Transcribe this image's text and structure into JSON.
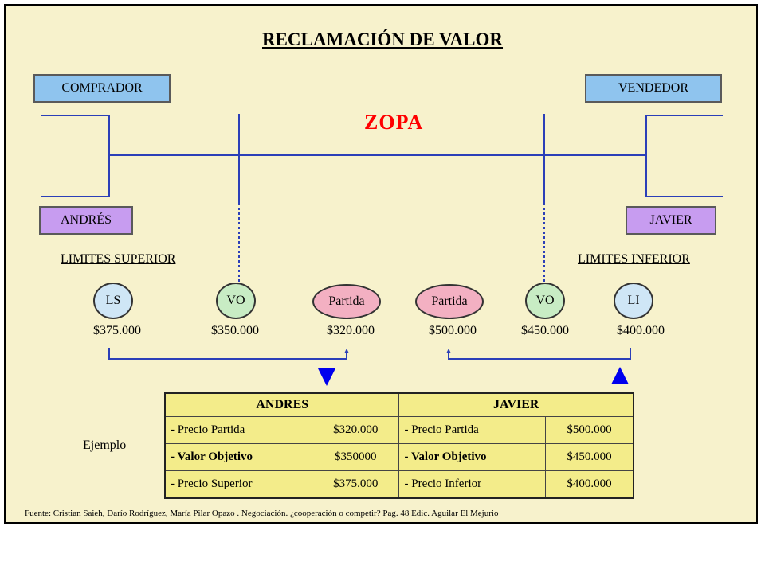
{
  "title": "RECLAMACIÓN DE VALOR",
  "zopa": "ZOPA",
  "buyer": {
    "role": "COMPRADOR",
    "name": "ANDRÉS",
    "limit_label": "LIMITES SUPERIOR"
  },
  "seller": {
    "role": "VENDEDOR",
    "name": "JAVIER",
    "limit_label": "LIMITES INFERIOR"
  },
  "ovals": [
    {
      "label": "LS",
      "value": "$375.000",
      "color": "#cfe6f6"
    },
    {
      "label": "VO",
      "value": "$350.000",
      "color": "#c8ecc4"
    },
    {
      "label": "Partida",
      "value": "$320.000",
      "color": "#f3b0c2"
    },
    {
      "label": "Partida",
      "value": "$500.000",
      "color": "#f3b0c2"
    },
    {
      "label": "VO",
      "value": "$450.000",
      "color": "#c8ecc4"
    },
    {
      "label": "LI",
      "value": "$400.000",
      "color": "#cfe6f6"
    }
  ],
  "example_label": "Ejemplo",
  "table": {
    "headers": [
      "ANDRES",
      "JAVIER"
    ],
    "rows": [
      {
        "a_label": "- Precio Partida",
        "a_value": "$320.000",
        "j_label": "- Precio Partida",
        "j_value": "$500.000"
      },
      {
        "a_label": "- Valor Objetivo",
        "a_value": "$350000",
        "j_label": "- Valor Objetivo",
        "j_value": "$450.000"
      },
      {
        "a_label": "- Precio Superior",
        "a_value": "$375.000",
        "j_label": "- Precio Inferior",
        "j_value": "$400.000"
      }
    ]
  },
  "source": "Fuente: Cristian Saieh, Darío Rodríguez, María Pilar Opazo . Negociación. ¿cooperación o competir? Pag. 48 Edic. Aguilar El Mejurio",
  "colors": {
    "background": "#f7f2cc",
    "line": "#2b3fb8",
    "zopa": "#ff0000",
    "arrow": "#0000ee"
  }
}
